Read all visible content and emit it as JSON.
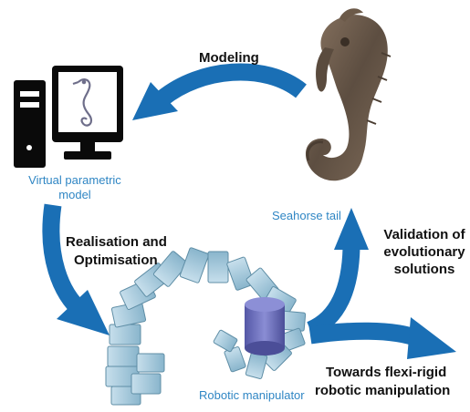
{
  "labels": {
    "modeling": "Modeling",
    "virtual_model_line1": "Virtual parametric",
    "virtual_model_line2": "model",
    "seahorse_tail": "Seahorse tail",
    "realisation_line1": "Realisation and",
    "realisation_line2": "Optimisation",
    "validation_line1": "Validation of",
    "validation_line2": "evolutionary",
    "validation_line3": "solutions",
    "robotic_manipulator": "Robotic manipulator",
    "towards_line1": "Towards flexi-rigid",
    "towards_line2": "robotic manipulation"
  },
  "colors": {
    "arrow": "#1a6fb5",
    "caption": "#2f86c4",
    "computer": "#0a0a0a",
    "seahorse": "#6b5b4c",
    "manipulator": "#9fc3d6",
    "cylinder": "#6d6fb8"
  },
  "icons": [
    "computer-icon",
    "seahorse-image",
    "robotic-manipulator-image"
  ]
}
